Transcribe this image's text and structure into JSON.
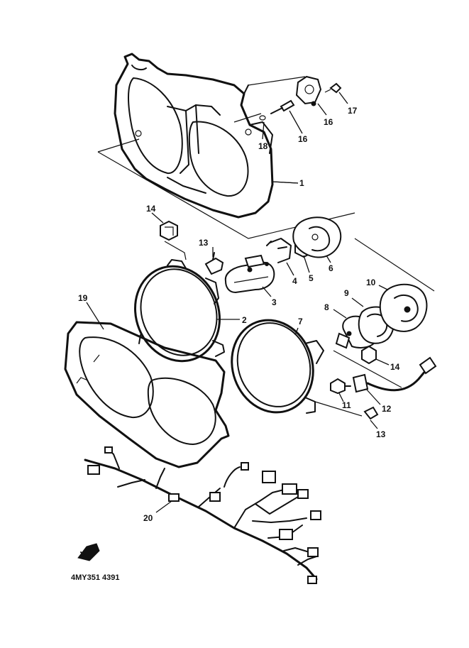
{
  "diagram": {
    "code": "4MY351 4391",
    "callouts": [
      "1",
      "2",
      "3",
      "4",
      "5",
      "6",
      "7",
      "8",
      "9",
      "10",
      "11",
      "12",
      "13",
      "13",
      "14",
      "14",
      "16",
      "16",
      "17",
      "18",
      "19",
      "20"
    ]
  }
}
